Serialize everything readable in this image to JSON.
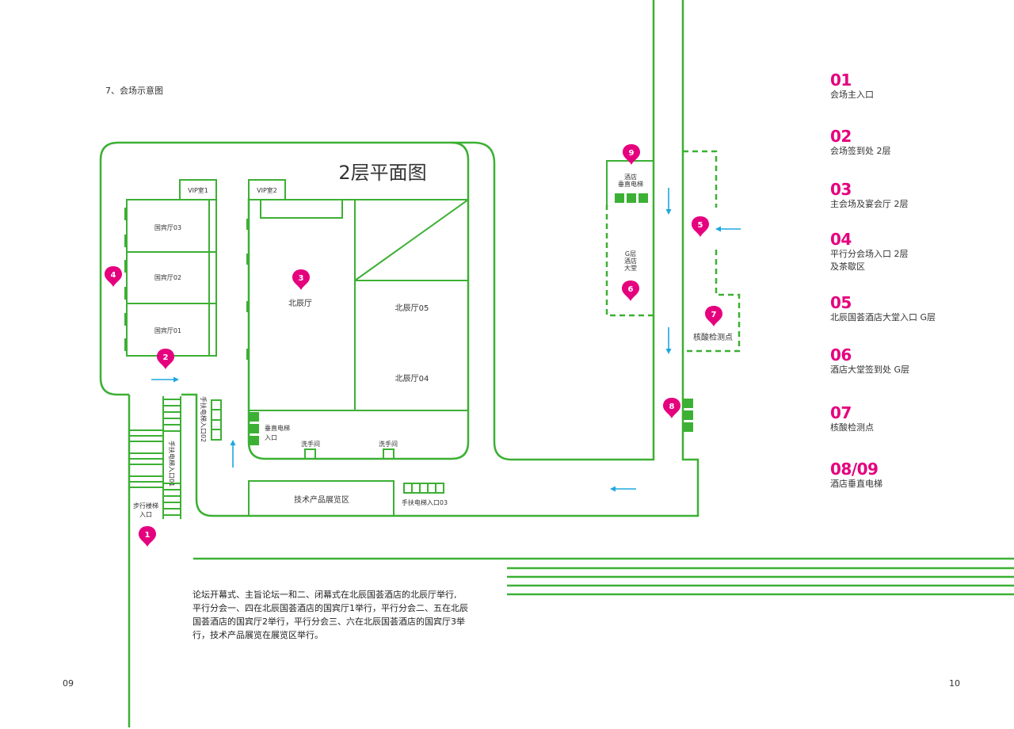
{
  "section_title": "7、会场示意图",
  "floor_title": "2层平面图",
  "rooms": {
    "vip1": "VIP室1",
    "vip2": "VIP室2",
    "guobin03": "国宾厅03",
    "guobin02": "国宾厅02",
    "guobin01": "国宾厅01",
    "beichen": "北辰厅",
    "beichen05": "北辰厅05",
    "beichen04": "北辰厅04",
    "elevator_entry_1": "垂直电梯",
    "elevator_entry_2": "入口",
    "restroom_1": "洗手间",
    "restroom_2": "洗手间",
    "exhibition": "技术产品展览区",
    "escalator_02": "手扶电梯入口02",
    "escalator_01": "手扶电梯入口01",
    "escalator_03": "手扶电梯入口03",
    "stairs_1": "步行楼梯",
    "stairs_2": "入口",
    "hotel_elevator_1": "酒店",
    "hotel_elevator_2": "垂直电梯",
    "g_lobby_1": "G层",
    "g_lobby_2": "酒店",
    "g_lobby_3": "大堂",
    "test_point": "核酸检测点"
  },
  "markers": [
    "1",
    "2",
    "3",
    "4",
    "5",
    "6",
    "7",
    "8",
    "9"
  ],
  "legend": [
    {
      "num": "01",
      "text": [
        "会场主入口"
      ]
    },
    {
      "num": "02",
      "text": [
        "会场签到处  2层"
      ]
    },
    {
      "num": "03",
      "text": [
        "主会场及宴会厅  2层"
      ]
    },
    {
      "num": "04",
      "text": [
        "平行分会场入口  2层",
        "及茶歇区"
      ]
    },
    {
      "num": "05",
      "text": [
        "北辰国荟酒店大堂入口 G层"
      ]
    },
    {
      "num": "06",
      "text": [
        "酒店大堂签到处 G层"
      ]
    },
    {
      "num": "07",
      "text": [
        "核酸检测点"
      ]
    },
    {
      "num": "08/09",
      "text": [
        "酒店垂直电梯"
      ]
    }
  ],
  "description": [
    "论坛开幕式、主旨论坛一和二、闭幕式在北辰国荟酒店的北辰厅举行,",
    "平行分会一、四在北辰国荟酒店的国宾厅1举行，平行分会二、五在北辰",
    "国荟酒店的国宾厅2举行，平行分会三、六在北辰国荟酒店的国宾厅3举",
    "行，技术产品展览在展览区举行。"
  ],
  "page_left": "09",
  "page_right": "10",
  "colors": {
    "wall": "#3cb034",
    "marker": "#e5007e",
    "arrow": "#1ea7e1"
  },
  "icons": {
    "marker": "map-pin-icon",
    "arrow": "direction-arrow-icon"
  }
}
